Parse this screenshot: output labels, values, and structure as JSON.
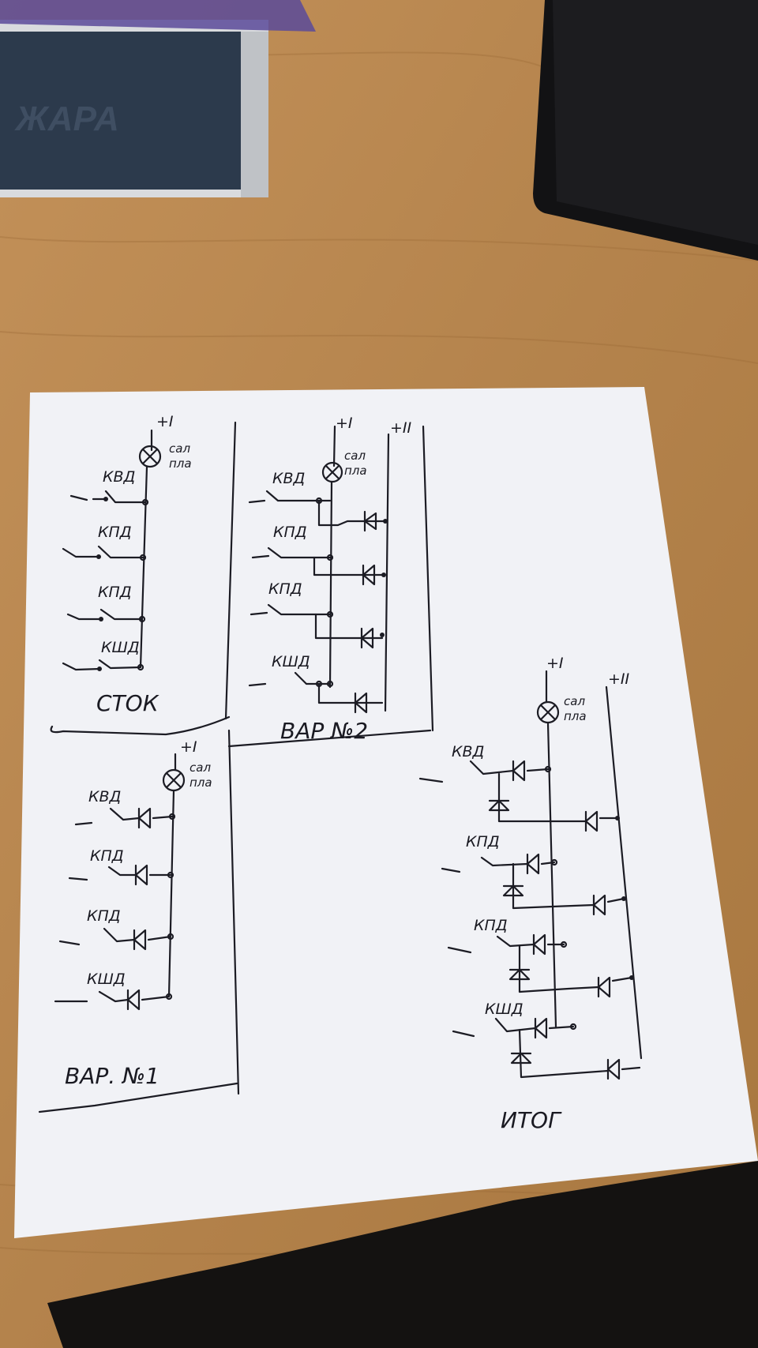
{
  "background": {
    "table_color": "#b8874f",
    "paper_color": "#f1f2f6",
    "ink_color": "#1c1c24",
    "objects": [
      "book",
      "black-device",
      "paper-sheet"
    ]
  },
  "book": {
    "cover_text": "ЖАРА"
  },
  "sheet": {
    "stock": {
      "plus": "+I",
      "lamp_top": "сал",
      "lamp_bottom": "пла",
      "switches": [
        "КВД",
        "КПД",
        "КПД",
        "КШД"
      ],
      "caption": "СТОК"
    },
    "var2": {
      "plus1": "+I",
      "plus2": "+II",
      "lamp_top": "сал",
      "lamp_bottom": "пла",
      "switches": [
        "КВД",
        "КПД",
        "КПД",
        "КШД"
      ],
      "caption": "ВАР №2"
    },
    "var1": {
      "plus": "+I",
      "lamp_top": "сал",
      "lamp_bottom": "пла",
      "switches": [
        "КВД",
        "КПД",
        "КПД",
        "КШД"
      ],
      "caption": "ВАР. №1"
    },
    "itog": {
      "plus1": "+I",
      "plus2": "+II",
      "lamp_top": "сал",
      "lamp_bottom": "пла",
      "switches": [
        "КВД",
        "КПД",
        "КПД",
        "КШД"
      ],
      "caption": "ИТОГ"
    }
  }
}
